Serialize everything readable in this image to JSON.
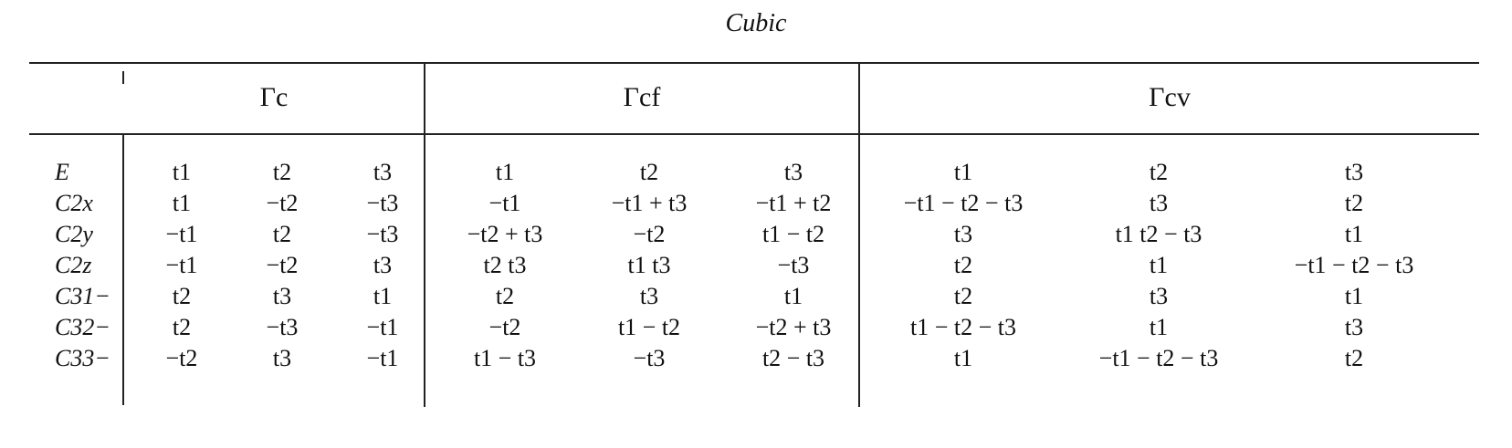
{
  "caption": "Cubic",
  "headers": {
    "group1": "Γc",
    "group2": "Γcf",
    "group3": "Γcv"
  },
  "rows": [
    {
      "op": "E",
      "cells": [
        "t1",
        "t2",
        "t3",
        "t1",
        "t2",
        "t3",
        "t1",
        "t2",
        "t3"
      ]
    },
    {
      "op": "C2x",
      "cells": [
        "t1",
        "−t2",
        "−t3",
        "−t1",
        "−t1 + t3",
        "−t1 + t2",
        "−t1 − t2 − t3",
        "t3",
        "t2"
      ]
    },
    {
      "op": "C2y",
      "cells": [
        "−t1",
        "t2",
        "−t3",
        "−t2 + t3",
        "−t2",
        "t1 − t2",
        "t3",
        "t1   t2 − t3",
        "t1"
      ]
    },
    {
      "op": "C2z",
      "cells": [
        "−t1",
        "−t2",
        "t3",
        "t2   t3",
        "t1   t3",
        "−t3",
        "t2",
        "t1",
        "−t1 − t2 − t3"
      ]
    },
    {
      "op": "C31−",
      "cells": [
        "t2",
        "t3",
        "t1",
        "t2",
        "t3",
        "t1",
        "t2",
        "t3",
        "t1"
      ]
    },
    {
      "op": "C32−",
      "cells": [
        "t2",
        "−t3",
        "−t1",
        "−t2",
        "t1 − t2",
        "−t2 + t3",
        "t1 − t2 − t3",
        "t1",
        "t3"
      ]
    },
    {
      "op": "C33−",
      "cells": [
        "−t2",
        "t3",
        "−t1",
        "t1 − t3",
        "−t3",
        "t2 − t3",
        "t1",
        "−t1 − t2 − t3",
        "t2"
      ]
    }
  ]
}
